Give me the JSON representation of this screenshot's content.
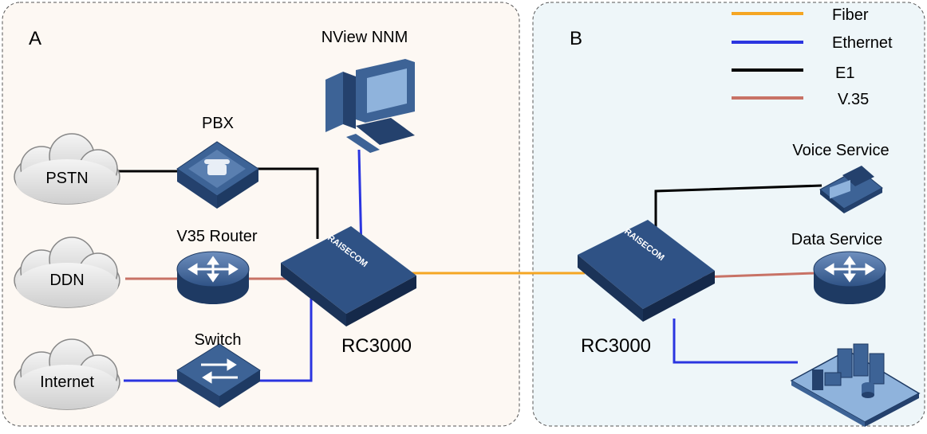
{
  "zone_a": {
    "label": "A"
  },
  "zone_b": {
    "label": "B"
  },
  "legend": [
    {
      "label": "Fiber",
      "color": "#f5a623"
    },
    {
      "label": "Ethernet",
      "color": "#2b35e0"
    },
    {
      "label": "E1",
      "color": "#000000"
    },
    {
      "label": "V.35",
      "color": "#c87266"
    }
  ],
  "clouds": {
    "pstn": "PSTN",
    "ddn": "DDN",
    "internet": "Internet"
  },
  "devices": {
    "nms": "NView NNM",
    "pbx": "PBX",
    "router": "V35 Router",
    "switch": "Switch",
    "rc_a": "RC3000",
    "rc_b": "RC3000",
    "voice": "Voice Service",
    "data": "Data Service"
  },
  "brand": "RAISECOM",
  "colors": {
    "zone_a_fill": "#fdf8f3",
    "zone_b_fill": "#eef6f9",
    "device_top": "#3d6396",
    "device_side": "#1e3a63"
  }
}
